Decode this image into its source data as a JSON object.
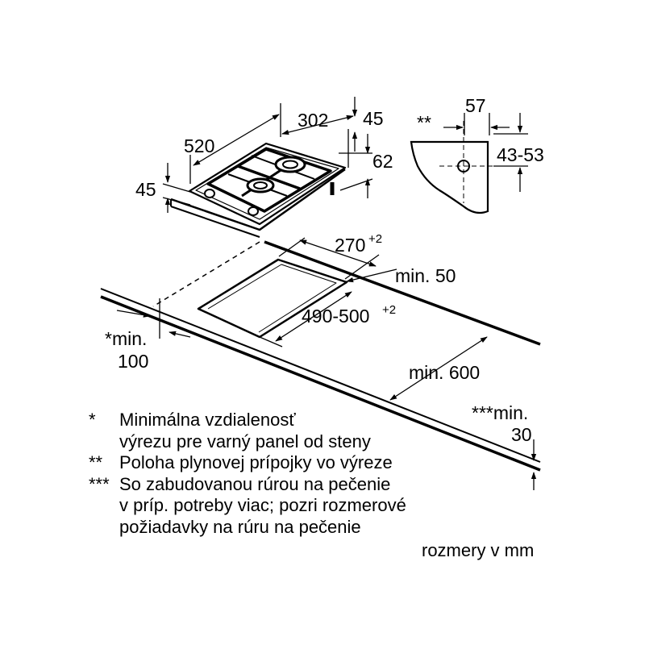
{
  "dimensions": {
    "hob_depth": "520",
    "hob_width": "302",
    "hob_top_height": "45",
    "hob_side_height": "62",
    "hob_front_height": "45",
    "gas_conn_marker": "**",
    "gas_conn_offset": "57",
    "gas_conn_height": "43-53",
    "cutout_width": "270",
    "cutout_width_tol": "+2",
    "min_front": "min. 50",
    "cutout_depth": "490-500",
    "cutout_depth_tol": "+2",
    "min_wall_line1": "*min.",
    "min_wall_line2": "100",
    "min_depth": "min. 600",
    "min_oven_line1": "***min.",
    "min_oven_line2": "30"
  },
  "notes": [
    {
      "mark": "*",
      "lines": [
        "Minimálna vzdialenosť",
        "výrezu pre varný panel od steny"
      ]
    },
    {
      "mark": "**",
      "lines": [
        "Poloha plynovej prípojky vo výreze"
      ]
    },
    {
      "mark": "***",
      "lines": [
        "So zabudovanou rúrou na pečenie",
        "v príp. potreby viac; pozri rozmerové",
        "požiadavky na rúru na pečenie"
      ]
    }
  ],
  "unit_note": "rozmery v mm"
}
